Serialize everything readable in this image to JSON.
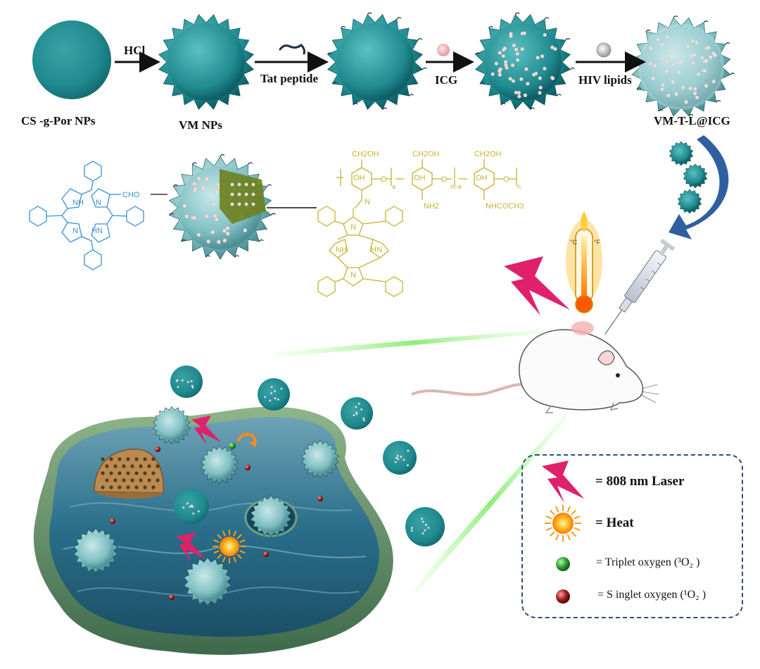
{
  "synthesis": {
    "labels": {
      "start_np": "CS -g-Por NPs",
      "vm_np": "VM NPs",
      "final_np": "VM-T-L@ICG"
    },
    "steps": {
      "hcl": "HCl",
      "tat": "Tat peptide",
      "icg": "ICG",
      "hiv": "HIV lipids"
    }
  },
  "chemistry": {
    "porphyrin_left": {
      "nh_top": "NH",
      "n_right": "N",
      "n_left": "N",
      "hn_bottom": "HN",
      "aldehyde": "CHO"
    },
    "polymer": {
      "ch2oh": "CH2OH",
      "oh": "OH",
      "o": "O",
      "sub_a": "a",
      "sub_ma": "m-a",
      "sub_n": "n",
      "n_imine": "N",
      "nh2": "NH2",
      "nhcoch3": "NHCOCH3"
    },
    "porphyrin_pendant": {
      "n_top": "N",
      "nh_left": "NH",
      "hn_right": "HN",
      "n_bottom": "N"
    }
  },
  "thermometer": {
    "c": "°C",
    "f": "°F"
  },
  "legend": {
    "items": [
      {
        "icon": "laser-bolt-icon",
        "label": "= 808 nm  Laser"
      },
      {
        "icon": "sun-heat-icon",
        "label": "= Heat"
      },
      {
        "icon": "green-sphere-icon",
        "label": "= Triplet oxygen (³O₂ )"
      },
      {
        "icon": "red-sphere-icon",
        "label": "= S inglet oxygen (¹O₂ )"
      }
    ]
  },
  "colors": {
    "nanoparticle": "#1f8a8f",
    "nanoparticle_dark": "#0e5e66",
    "porphyrin_blue": "#3a8fd8",
    "polymer_gold": "#c9b12e",
    "laser": "#e0206a",
    "arrow_blue": "#2f5f9e",
    "legend_border": "#2b4f7a",
    "beam_green": "#8ef07a"
  }
}
